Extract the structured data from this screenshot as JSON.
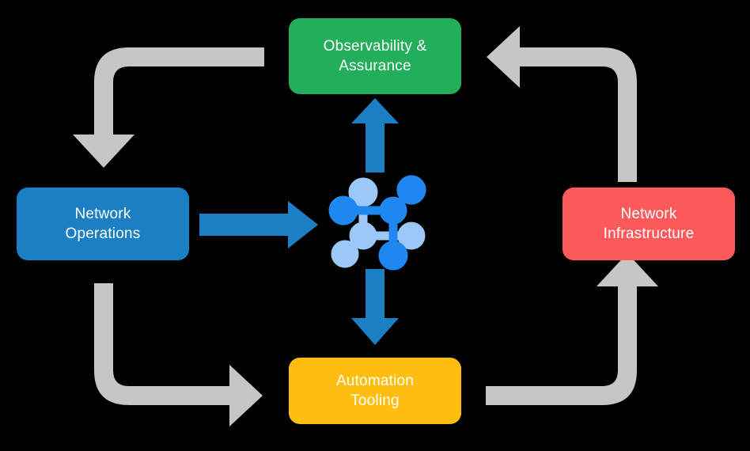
{
  "diagram": {
    "type": "cycle-diagram",
    "background_color": "#000000",
    "title": "",
    "center_icon": {
      "name": "network-mesh-icon",
      "color_primary": "#1E88F0",
      "color_secondary": "#9CC8F7"
    },
    "nodes": [
      {
        "id": "observability",
        "label": "Observability &\nAssurance",
        "color": "#22AE5A",
        "text_color": "#FFFFFF",
        "position": "top"
      },
      {
        "id": "infrastructure",
        "label": "Network\nInfrastructure",
        "color": "#FC5A5A",
        "text_color": "#FFFFFF",
        "position": "right"
      },
      {
        "id": "automation",
        "label": "Automation\nTooling",
        "color": "#FEBE10",
        "text_color": "#FFFFFF",
        "position": "bottom"
      },
      {
        "id": "operations",
        "label": "Network\nOperations",
        "color": "#1B7FC4",
        "text_color": "#FFFFFF",
        "position": "left"
      }
    ],
    "flow_arrows": {
      "color": "#C6C6C6",
      "connections": [
        {
          "id": "observability-to-operations",
          "from": "observability",
          "to": "operations",
          "direction": "down"
        },
        {
          "id": "operations-to-automation",
          "from": "operations",
          "to": "automation",
          "direction": "right"
        },
        {
          "id": "automation-to-infrastructure",
          "from": "automation",
          "to": "infrastructure",
          "direction": "up"
        },
        {
          "id": "infrastructure-to-observability",
          "from": "infrastructure",
          "to": "observability",
          "direction": "left"
        }
      ]
    },
    "center_arrows": {
      "color": "#1B7FC4",
      "connections": [
        {
          "id": "center-to-observability",
          "direction": "up"
        },
        {
          "id": "operations-to-center",
          "direction": "right"
        },
        {
          "id": "center-to-automation",
          "direction": "down"
        }
      ]
    }
  }
}
